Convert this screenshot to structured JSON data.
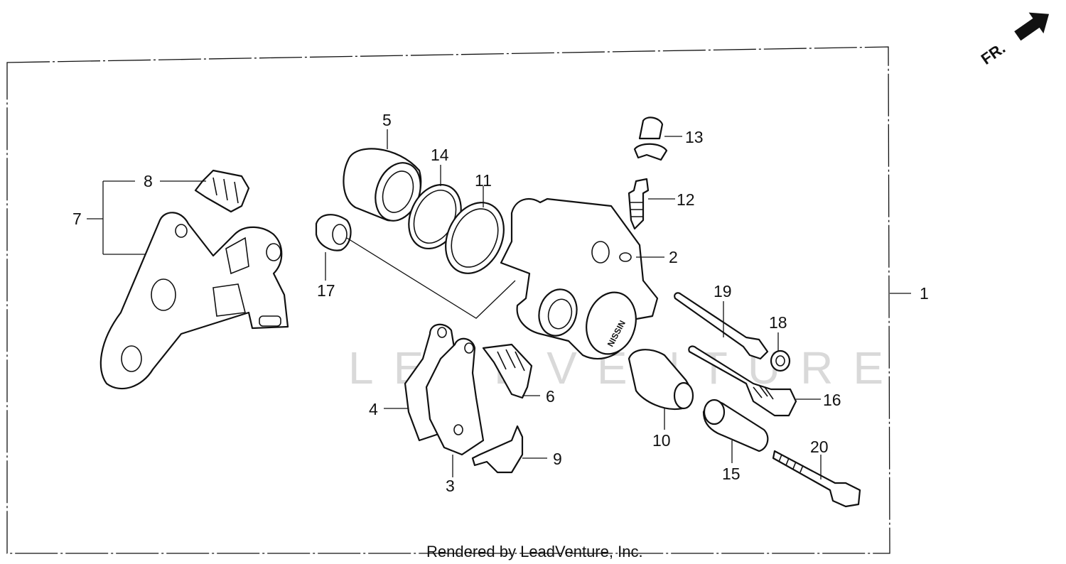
{
  "direction": {
    "label": "FR."
  },
  "watermark": "LEADVENTURE",
  "footer": "Rendered by LeadVenture, Inc.",
  "callouts": {
    "c1": "1",
    "c2": "2",
    "c3": "3",
    "c4": "4",
    "c5": "5",
    "c6": "6",
    "c7": "7",
    "c8": "8",
    "c9": "9",
    "c10": "10",
    "c11": "11",
    "c12": "12",
    "c13": "13",
    "c14": "14",
    "c15": "15",
    "c16": "16",
    "c17": "17",
    "c18": "18",
    "c19": "19",
    "c20": "20"
  },
  "caliper_logo": "NISSIN"
}
